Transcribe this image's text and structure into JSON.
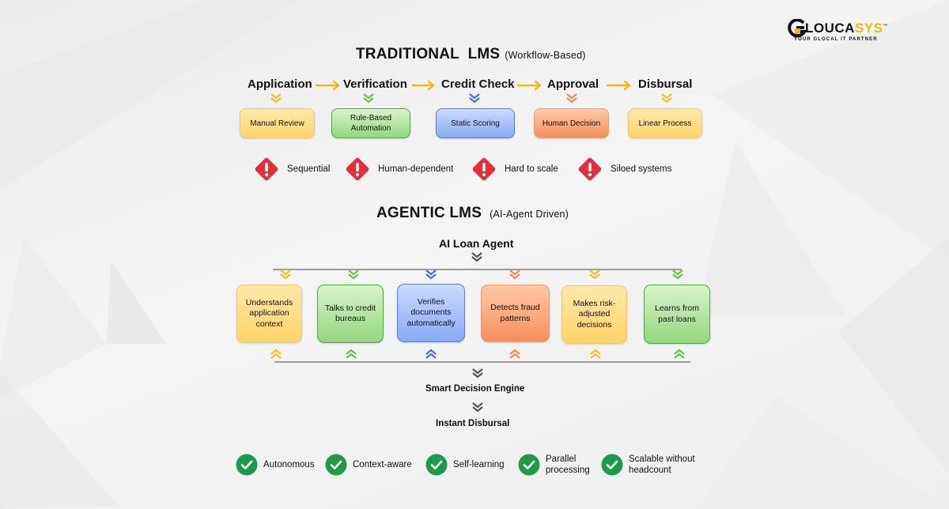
{
  "brand": {
    "logo_text_dark": "LOUCA",
    "logo_text_accent": "SYS",
    "logo_mark": "G",
    "tagline": "YOUR GLOCAL IT PARTNER",
    "trademark": "™",
    "accent_color": "#f2b705"
  },
  "traditional": {
    "title": "TRADITIONAL  LMS",
    "subtitle": "(Workflow-Based)",
    "steps": [
      {
        "label": "Application",
        "box": "Manual Review",
        "color": "yellow",
        "chevron_color": "#f0c020"
      },
      {
        "label": "Verification",
        "box": "Rule-Based\nAutomation",
        "color": "green",
        "chevron_color": "#6cc24a"
      },
      {
        "label": "Credit Check",
        "box": "Static Scoring",
        "color": "blue",
        "chevron_color": "#4a6fd1"
      },
      {
        "label": "Approval",
        "box": "Human Decision",
        "color": "orange",
        "chevron_color": "#f08a50"
      },
      {
        "label": "Disbursal",
        "box": "Linear Process",
        "color": "yellow",
        "chevron_color": "#f0c020"
      }
    ],
    "arrow_color": "#f2b705",
    "drawbacks": [
      {
        "icon": "warning-diamond-icon",
        "label": "Sequential"
      },
      {
        "icon": "warning-diamond-icon",
        "label": "Human-dependent"
      },
      {
        "icon": "warning-diamond-icon",
        "label": "Hard to scale"
      },
      {
        "icon": "warning-diamond-icon",
        "label": "Siloed systems"
      }
    ],
    "warning_color": "#e0303c"
  },
  "agentic": {
    "title": "AGENTIC LMS",
    "subtitle": "(AI-Agent Driven)",
    "agent_label": "AI Loan Agent",
    "capabilities": [
      {
        "label": "Understands application context",
        "color": "yellow",
        "chevron_color": "#f0c020"
      },
      {
        "label": "Talks to credit bureaus",
        "color": "green",
        "chevron_color": "#6cc24a"
      },
      {
        "label": "Verifies documents automatically",
        "color": "blue",
        "chevron_color": "#4a6fd1"
      },
      {
        "label": "Detects fraud patterns",
        "color": "orange",
        "chevron_color": "#f08a50"
      },
      {
        "label": "Makes risk-adjusted decisions",
        "color": "yellow",
        "chevron_color": "#f0c020"
      },
      {
        "label": "Learns from past loans",
        "color": "green",
        "chevron_color": "#6cc24a"
      }
    ],
    "decision_engine": "Smart Decision Engine",
    "output": "Instant Disbursal",
    "benefits": [
      {
        "icon": "check-circle-icon",
        "label": "Autonomous"
      },
      {
        "icon": "check-circle-icon",
        "label": "Context-aware"
      },
      {
        "icon": "check-circle-icon",
        "label": "Self-learning"
      },
      {
        "icon": "check-circle-icon",
        "label": "Parallel\nprocessing"
      },
      {
        "icon": "check-circle-icon",
        "label": "Scalable without\nheadcount"
      }
    ],
    "check_color": "#1f9a4a"
  }
}
